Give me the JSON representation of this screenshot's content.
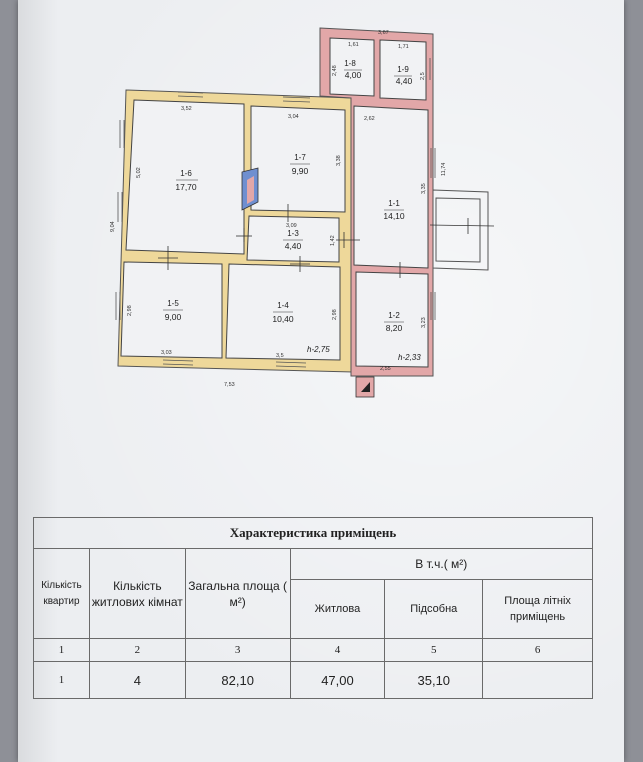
{
  "plan": {
    "rooms": [
      {
        "id": "1-1",
        "area": "14,10"
      },
      {
        "id": "1-2",
        "area": "8,20"
      },
      {
        "id": "1-3",
        "area": "4,40"
      },
      {
        "id": "1-4",
        "area": "10,40"
      },
      {
        "id": "1-5",
        "area": "9,00"
      },
      {
        "id": "1-6",
        "area": "17,70"
      },
      {
        "id": "1-7",
        "area": "9,90"
      },
      {
        "id": "1-8",
        "area": "4,00"
      },
      {
        "id": "1-9",
        "area": "4,40"
      }
    ],
    "dimensions": {
      "top_extension": "3,67",
      "r18_width": "1,61",
      "r19_width": "1,71",
      "r18_height": "2,48",
      "r19_height": "2,5",
      "r16_top": "3,52",
      "r17_top": "3,04",
      "r11_top": "2,62",
      "r16_side": "5,02",
      "r17_side": "3,38",
      "r11_side": "3,35",
      "right_total": "11,74",
      "left_total": "9,04",
      "r13_top": "3,09",
      "r13_side": "1,42",
      "r15_side": "2,98",
      "r14_side": "2,98",
      "r12_side": "3,23",
      "r15_bottom": "3,03",
      "r14_bottom": "3,5",
      "r12_bottom": "2,55",
      "bottom_total": "7,53"
    },
    "heights": [
      "h-2,75",
      "h-2,33"
    ]
  },
  "table": {
    "title": "Характеристика приміщень",
    "headers": {
      "apartments": "Кількість квартир",
      "rooms": "Кількість житлових кімнат",
      "total_area": "Загальна площа ( м²)",
      "incl": "В т.ч.( м²)",
      "living": "Житлова",
      "auxiliary": "Підсобна",
      "summer": "Площа літніх приміщень"
    },
    "column_numbers": [
      "1",
      "2",
      "3",
      "4",
      "5",
      "6"
    ],
    "row": {
      "apartments": "1",
      "rooms": "4",
      "total_area": "82,10",
      "living": "47,00",
      "auxiliary": "35,10",
      "summer": ""
    }
  },
  "colors": {
    "wall_main": "#eed89a",
    "wall_extension": "#e2a7a8",
    "outline": "#333333",
    "paper": "#eceef1",
    "blue_fill": "#6f8fd0"
  }
}
